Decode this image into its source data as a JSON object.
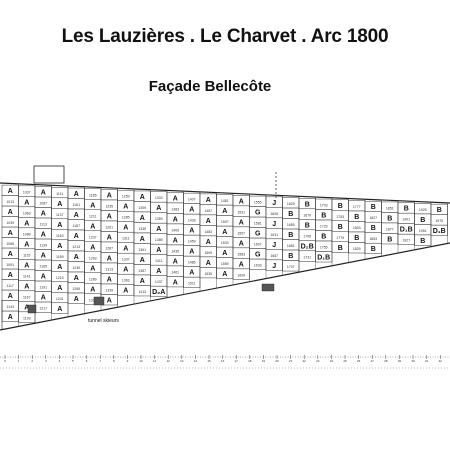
{
  "title": "Les Lauzières . Le Charvet . Arc 1800",
  "subtitle": "Façade Bellecôte",
  "tunnel_label": "tunnel skieurs",
  "unit_letters": [
    "A",
    "A",
    "A",
    "A",
    "A",
    "A",
    "A",
    "A",
    "A",
    "A",
    "A",
    "A",
    "G",
    "J",
    "B",
    "B",
    "B",
    "D₁B"
  ],
  "special_units": [
    "D₂A",
    "D₁A",
    "D₂B",
    "D₁B",
    "G",
    "J"
  ],
  "scale_ticks": [
    "0",
    "1",
    "2",
    "3",
    "4",
    "5",
    "6",
    "7",
    "8",
    "9",
    "10",
    "11",
    "12",
    "13",
    "14",
    "15",
    "16",
    "17",
    "18",
    "19",
    "20",
    "21",
    "22",
    "23",
    "24",
    "25",
    "26",
    "27",
    "28",
    "29",
    "30",
    "31",
    "32"
  ]
}
